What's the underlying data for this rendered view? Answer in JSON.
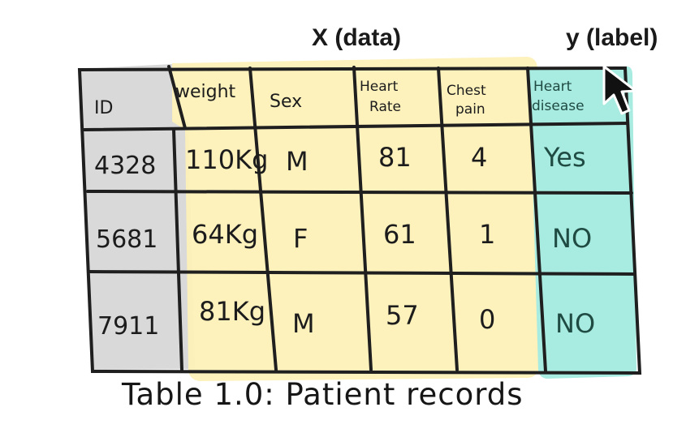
{
  "labels": {
    "x_group": "X (data)",
    "y_group": "y (label)"
  },
  "table": {
    "columns": {
      "id": "ID",
      "weight": "weight",
      "sex": "Sex",
      "heart_rate_1": "Heart",
      "heart_rate_2": "Rate",
      "chest_pain_1": "Chest",
      "chest_pain_2": "pain",
      "heart_disease_1": "Heart",
      "heart_disease_2": "disease"
    },
    "rows": [
      {
        "id": "4328",
        "weight": "110Kg",
        "sex": "M",
        "heart_rate": "81",
        "chest_pain": "4",
        "heart_disease": "Yes"
      },
      {
        "id": "5681",
        "weight": "64Kg",
        "sex": "F",
        "heart_rate": "61",
        "chest_pain": "1",
        "heart_disease": "NO"
      },
      {
        "id": "7911",
        "weight": "81Kg",
        "sex": "M",
        "heart_rate": "57",
        "chest_pain": "0",
        "heart_disease": "NO"
      }
    ]
  },
  "caption": "Table 1.0: Patient records",
  "colors": {
    "id_column": "#d9d9d9",
    "data_region": "#fdf0b8",
    "label_region": "#a8ebe0",
    "ink": "#1c1c1c"
  },
  "icons": {
    "cursor": "mouse-pointer-icon"
  }
}
